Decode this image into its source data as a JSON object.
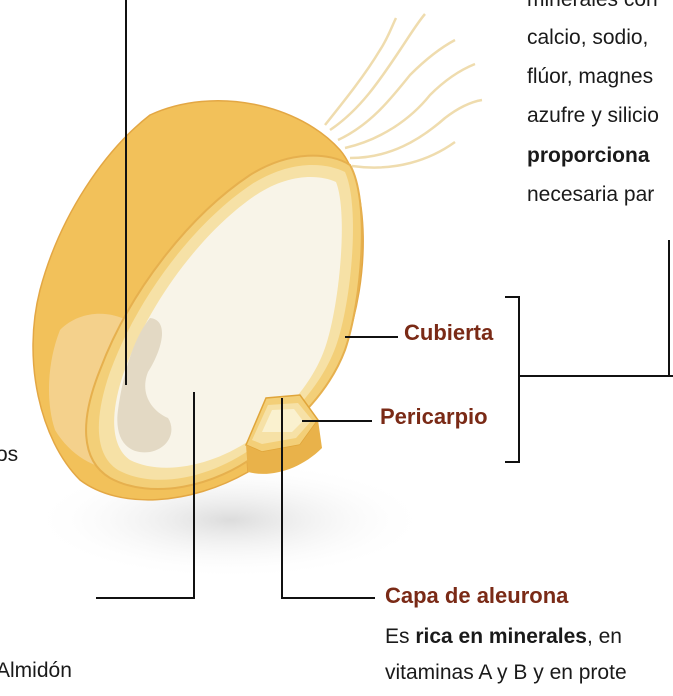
{
  "labels": {
    "cubierta": "Cubierta",
    "pericarpio": "Pericarpio",
    "capa_aleurona": "Capa de aleurona"
  },
  "top_right_text": {
    "line1": "minerales con",
    "line2": "calcio, sodio,",
    "line3": "flúor, magnes",
    "line4": "azufre y silicio",
    "line5_bold": "proporciona",
    "line6": "necesaria par"
  },
  "aleurona_text": {
    "line1_pre": "Es ",
    "line1_bold": "rica en minerales",
    "line1_post": ", en",
    "line2": "vitaminas A y B y en prote"
  },
  "left_fragments": {
    "os": "os",
    "almidon": "Almidón"
  },
  "colors": {
    "label_color": "#7a2a16",
    "hull": "#f2c15a",
    "hull_dark": "#e0a53a",
    "endosperm": "#f8f4e8",
    "germ": "#e3d9c4"
  }
}
